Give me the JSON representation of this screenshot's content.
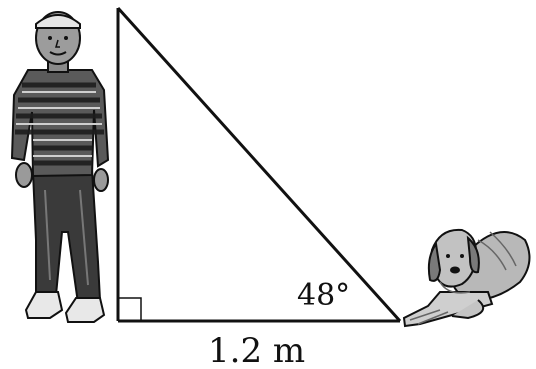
{
  "diagram": {
    "angle_label": "48°",
    "base_label": "1.2 m",
    "right_angle": true,
    "figures": {
      "left": "man-standing-illustration",
      "right": "dog-lying-illustration"
    },
    "colors": {
      "line": "#111111",
      "figure_dark": "#2b2b2b",
      "figure_mid": "#6e6e6e",
      "figure_light": "#d9d9d9",
      "background": "#ffffff"
    }
  }
}
